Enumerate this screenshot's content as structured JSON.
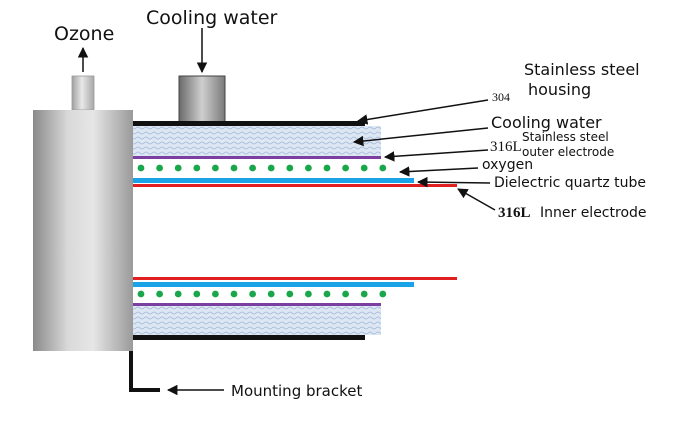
{
  "labels": {
    "ozone": "Ozone",
    "cooling_water_top": "Cooling water",
    "grade_304": "304",
    "housing_line1": "Stainless steel",
    "housing_line2": "housing",
    "cooling_water_side": "Cooling water",
    "grade_316l_outer": "316L",
    "outer_electrode_line1": "Stainless steel",
    "outer_electrode_line2": "outer electrode",
    "oxygen": "oxygen",
    "dielectric": "Dielectric quartz tube",
    "grade_316l_inner": "316L",
    "inner_electrode": "Inner electrode",
    "mounting_bracket": "Mounting bracket"
  },
  "colors": {
    "housing": "#111111",
    "cooling_water": "#c9d8ec",
    "outer_electrode": "#7a3fa0",
    "oxygen_dots": "#1aa64a",
    "dielectric_tube": "#1aa3e6",
    "inner_electrode": "#e02020",
    "label_316l_outer": "#6a2fa0",
    "label_316l_inner": "#d01010",
    "steel_cylinder_mid": "#cfcfcf"
  }
}
